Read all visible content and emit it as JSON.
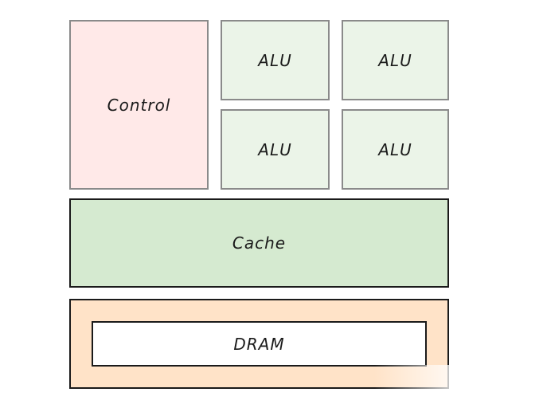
{
  "diagram": {
    "control": {
      "label": "Control",
      "fill": "#ffe9e8"
    },
    "alus": [
      {
        "label": "ALU",
        "fill": "#ebf4e8"
      },
      {
        "label": "ALU",
        "fill": "#ebf4e8"
      },
      {
        "label": "ALU",
        "fill": "#ebf4e8"
      },
      {
        "label": "ALU",
        "fill": "#ebf4e8"
      }
    ],
    "cache": {
      "label": "Cache",
      "fill": "#d5ead0"
    },
    "dram": {
      "label": "DRAM",
      "outer_fill": "#ffe3c8",
      "inner_fill": "#ffffff"
    }
  }
}
